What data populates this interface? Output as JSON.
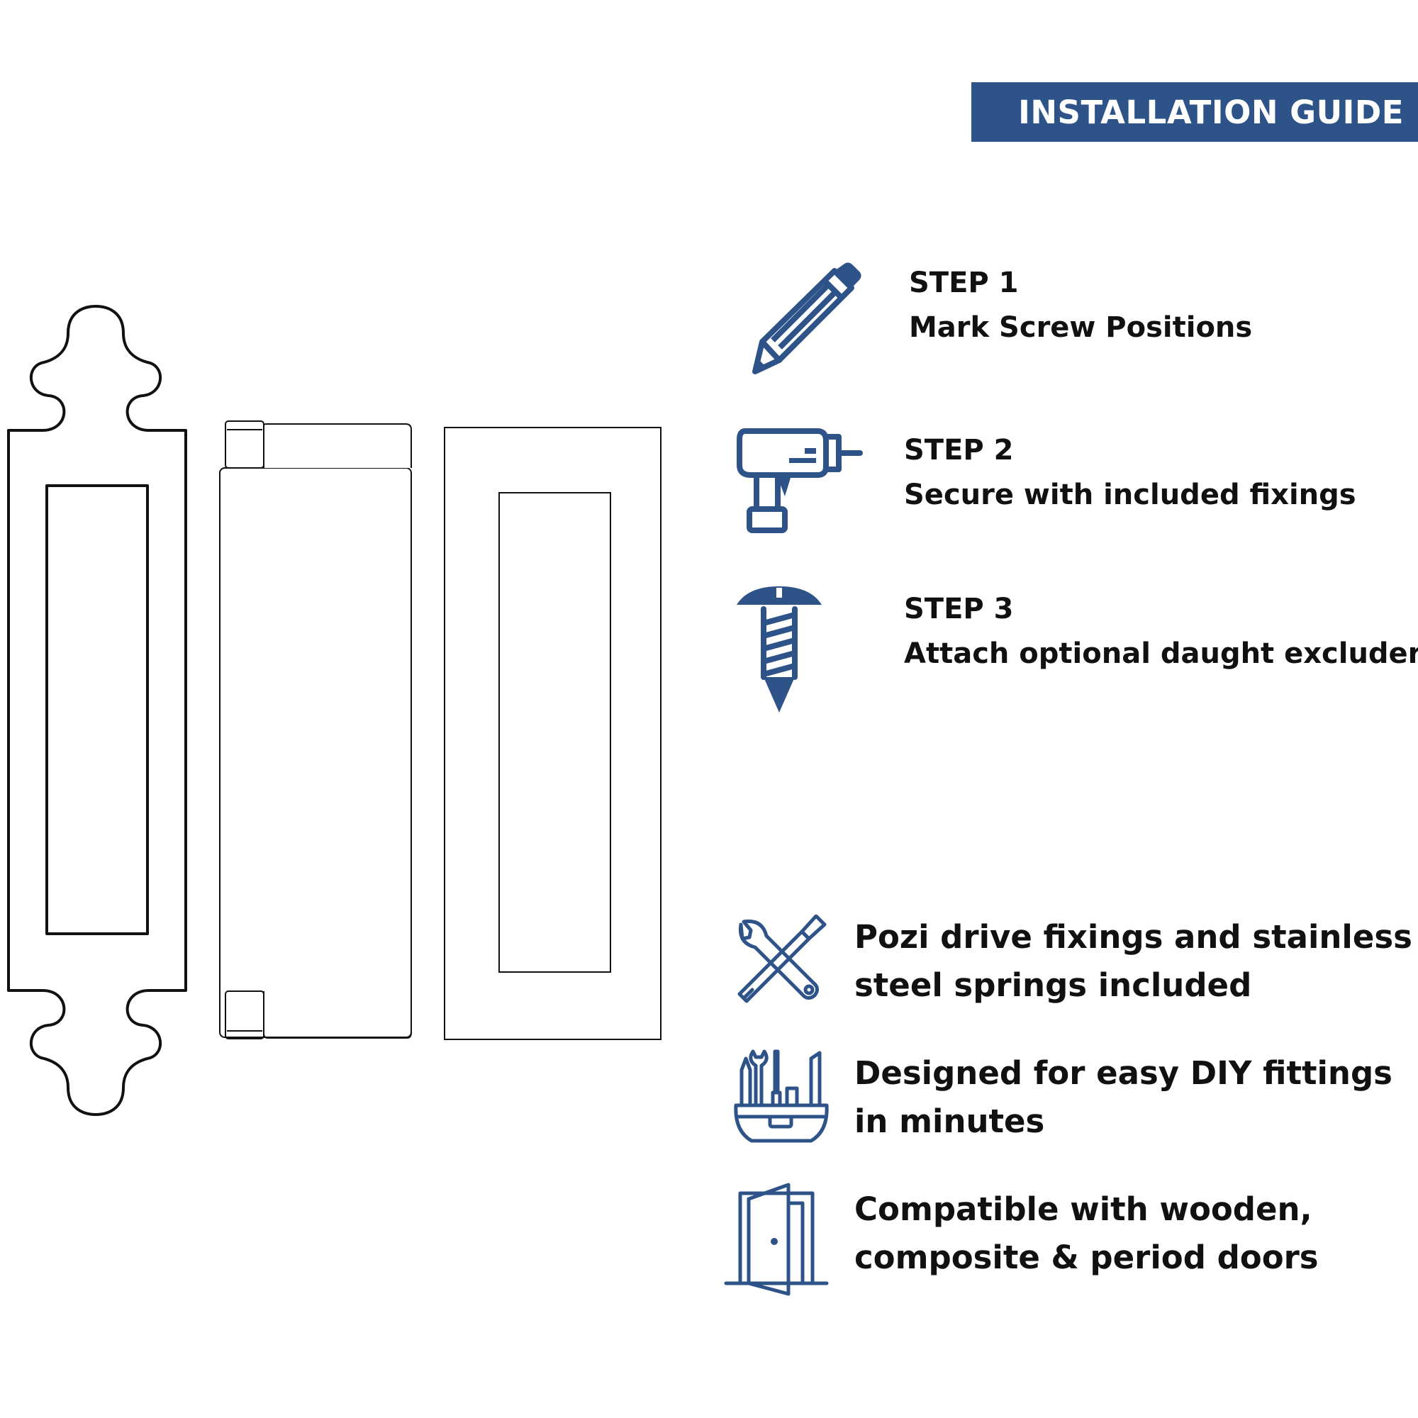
{
  "banner": {
    "title": "INSTALLATION GUIDE"
  },
  "steps": [
    {
      "label": "STEP 1",
      "text": "Mark Screw Positions",
      "icon": "pencil-icon"
    },
    {
      "label": "STEP 2",
      "text": "Secure with included fixings",
      "icon": "drill-icon"
    },
    {
      "label": "STEP 3",
      "text": "Attach optional daught excluder",
      "icon": "screw-icon"
    }
  ],
  "features": [
    {
      "line1": "Pozi drive fixings and stainless",
      "line2": "steel springs included",
      "icon": "wrench-screwdriver-icon"
    },
    {
      "line1": "Designed for easy DIY fittings",
      "line2": "in minutes",
      "icon": "toolbox-icon"
    },
    {
      "line1": "Compatible with wooden,",
      "line2": "composite & period doors",
      "icon": "door-icon"
    }
  ],
  "colors": {
    "accent": "#2e5388",
    "text": "#111111",
    "outline": "#111111"
  }
}
